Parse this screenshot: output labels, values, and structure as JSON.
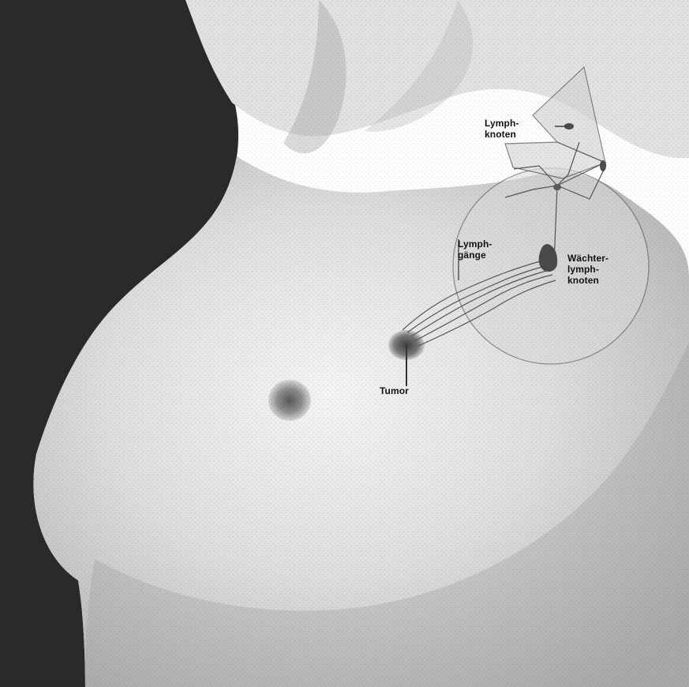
{
  "labels": {
    "lymph_nodes": "Lymph-\nknoten",
    "lymph_vessels": "Lymph-\ngänge",
    "sentinel_node": "Wächter-\nlymph-\nknoten",
    "tumor": "Tumor"
  },
  "colors": {
    "background": "#ffffff",
    "dark_background": "#2a2a2a",
    "skin_light": "#e8e8e8",
    "skin_mid": "#bdbdbd",
    "line": "#4d4d4d",
    "sentinel_node_fill": "#4a4a4a",
    "tumor_fill": "#5a5a5a"
  }
}
